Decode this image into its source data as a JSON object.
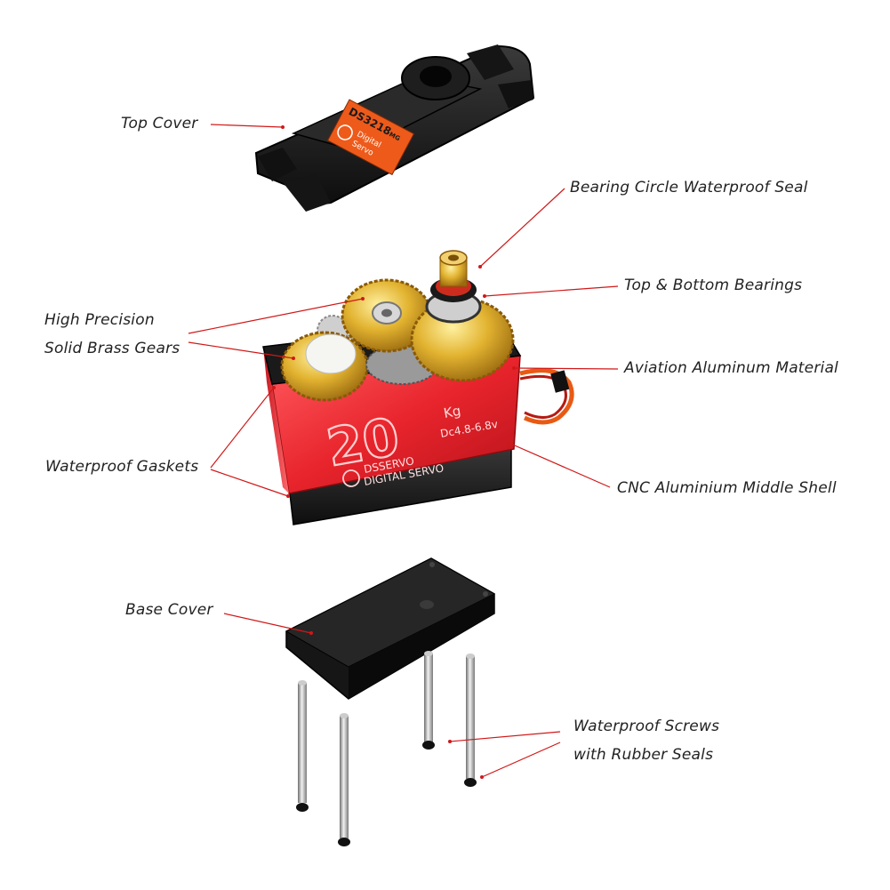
{
  "callouts": {
    "top_cover": "Top Cover",
    "bearing_seal": "Bearing Circle Waterproof Seal",
    "bearings": "Top & Bottom Bearings",
    "gears_line1": "High Precision",
    "gears_line2": "Solid Brass Gears",
    "aluminum": "Aviation Aluminum Material",
    "gaskets": "Waterproof Gaskets",
    "middle_shell": "CNC Aluminium Middle Shell",
    "base_cover": "Base Cover",
    "screws_line1": "Waterproof Screws",
    "screws_line2": "with Rubber Seals"
  },
  "top_cover_label": {
    "model": "DS3218",
    "suffix": "MG",
    "line1": "Digital",
    "line2": "Servo"
  },
  "servo_body": {
    "torque": "20",
    "unit": "Kg",
    "voltage": "Dc4.8-6.8v",
    "brand": "DSSERVO",
    "type": "DIGITAL SERVO"
  },
  "colors": {
    "leader_line": "#d01818",
    "body_red": "#e8242c",
    "brass": "#d9a92a",
    "plastic": "#1c1c1c",
    "text": "#222222"
  }
}
